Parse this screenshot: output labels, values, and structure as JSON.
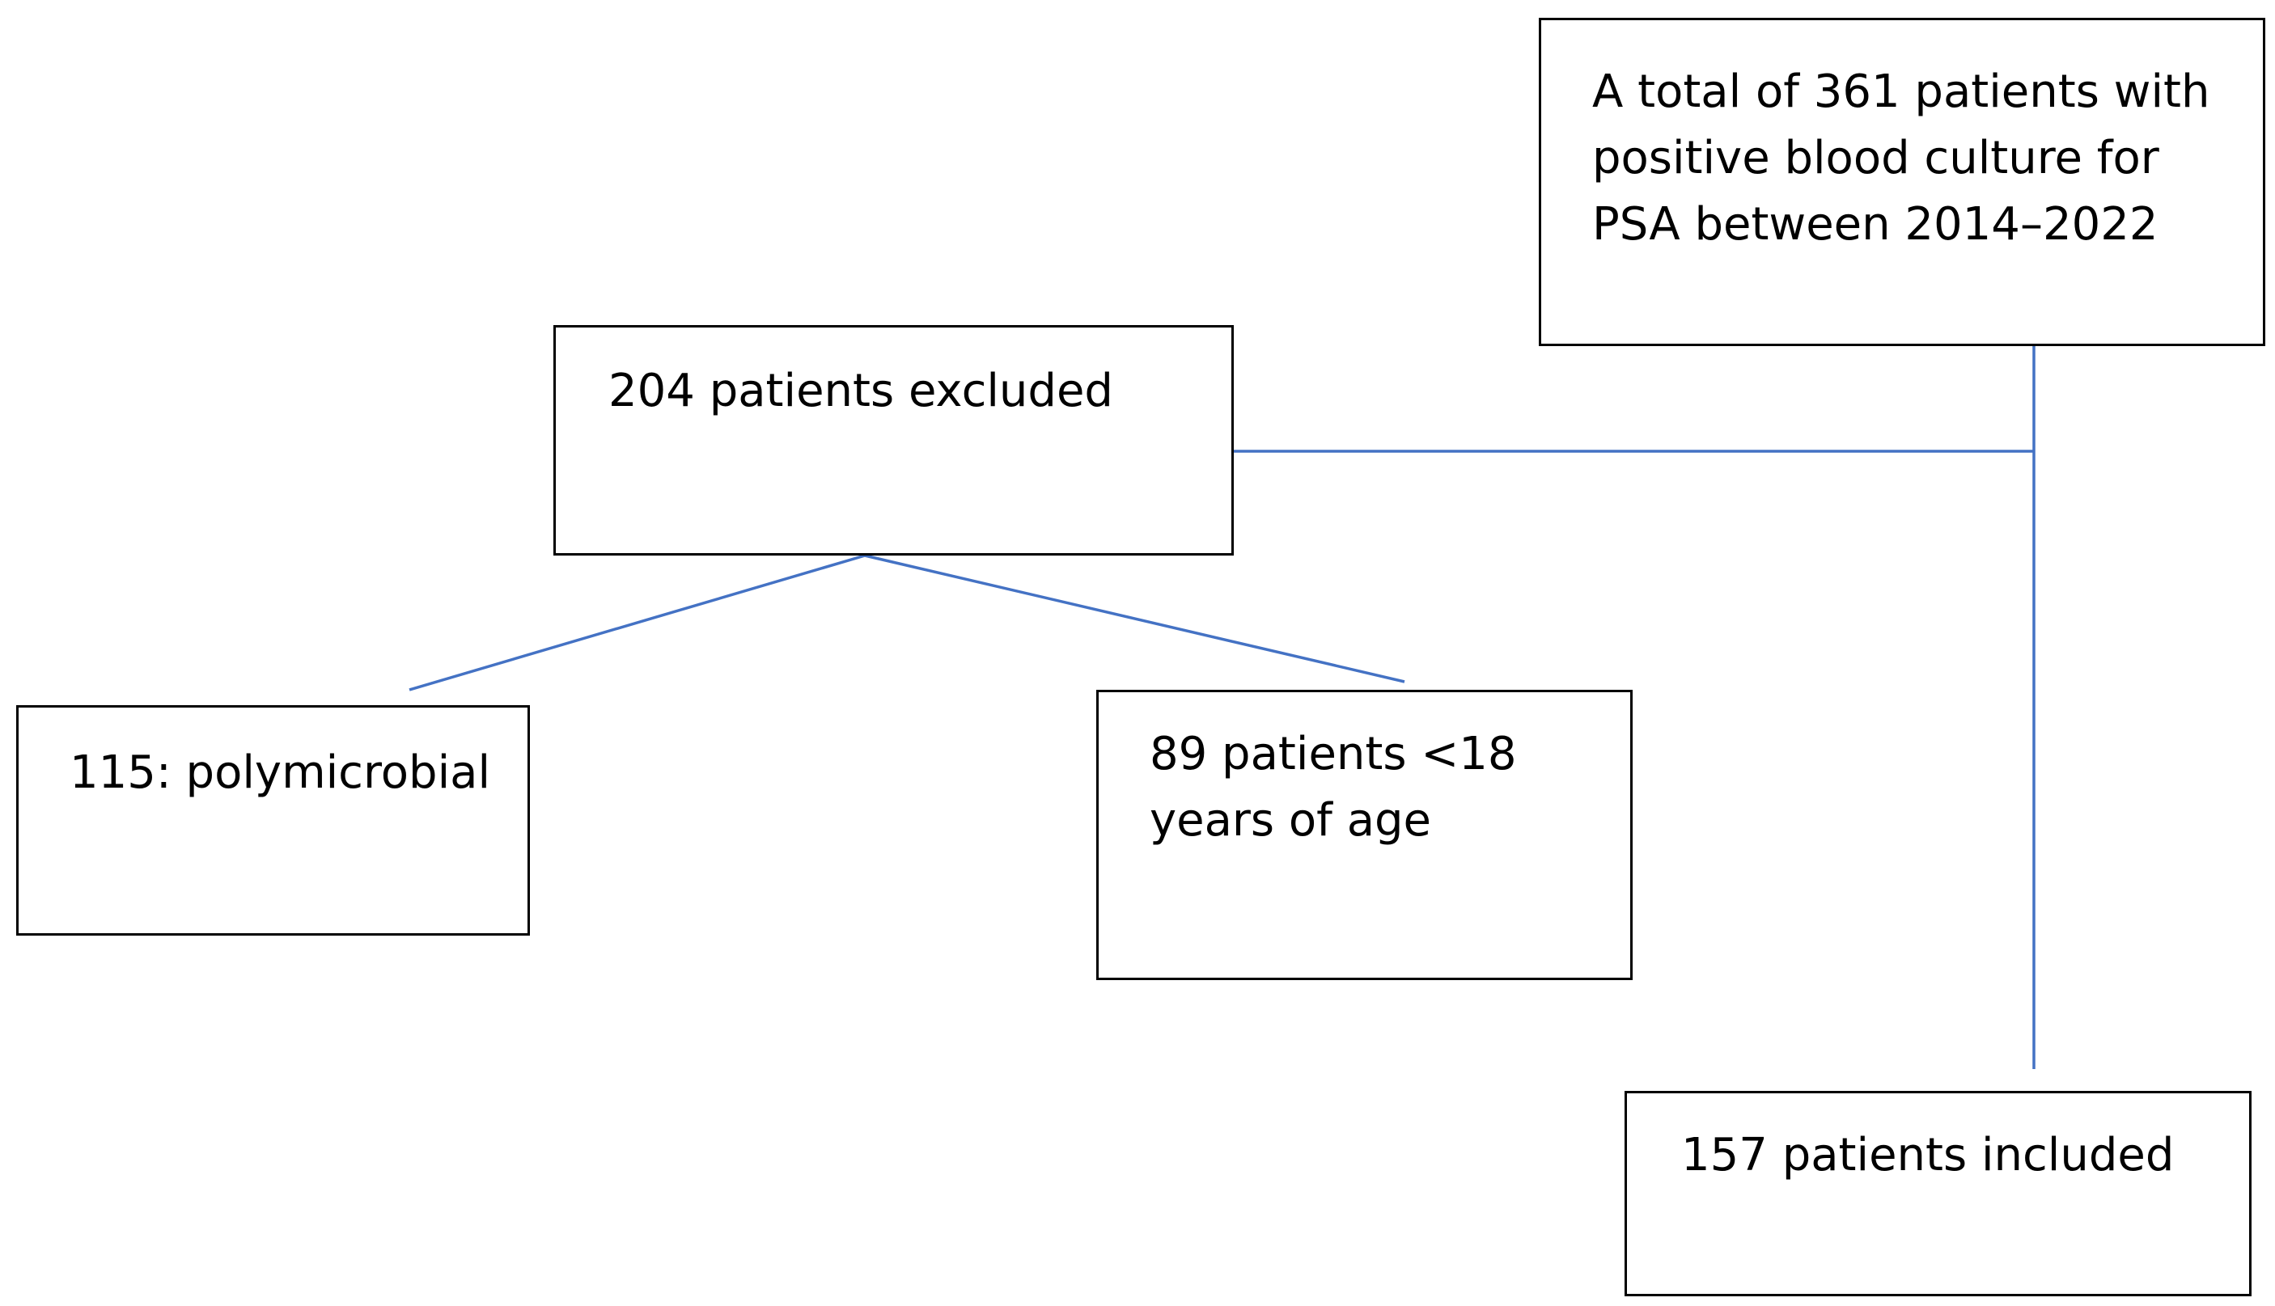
{
  "diagram": {
    "line_color": "#4472C4",
    "box_border_color": "#000000",
    "nodes": {
      "total": {
        "text": "A total of 361 patients with\npositive blood culture for\nPSA between 2014–2022"
      },
      "excluded": {
        "text": "204 patients excluded"
      },
      "polymicrobial": {
        "text": "115: polymicrobial"
      },
      "under_18": {
        "text": "89 patients <18\nyears of age"
      },
      "included": {
        "text": "157 patients included"
      }
    },
    "edges": [
      {
        "from": "total",
        "to": "excluded"
      },
      {
        "from": "total",
        "to": "included"
      },
      {
        "from": "excluded",
        "to": "polymicrobial"
      },
      {
        "from": "excluded",
        "to": "under_18"
      }
    ]
  }
}
